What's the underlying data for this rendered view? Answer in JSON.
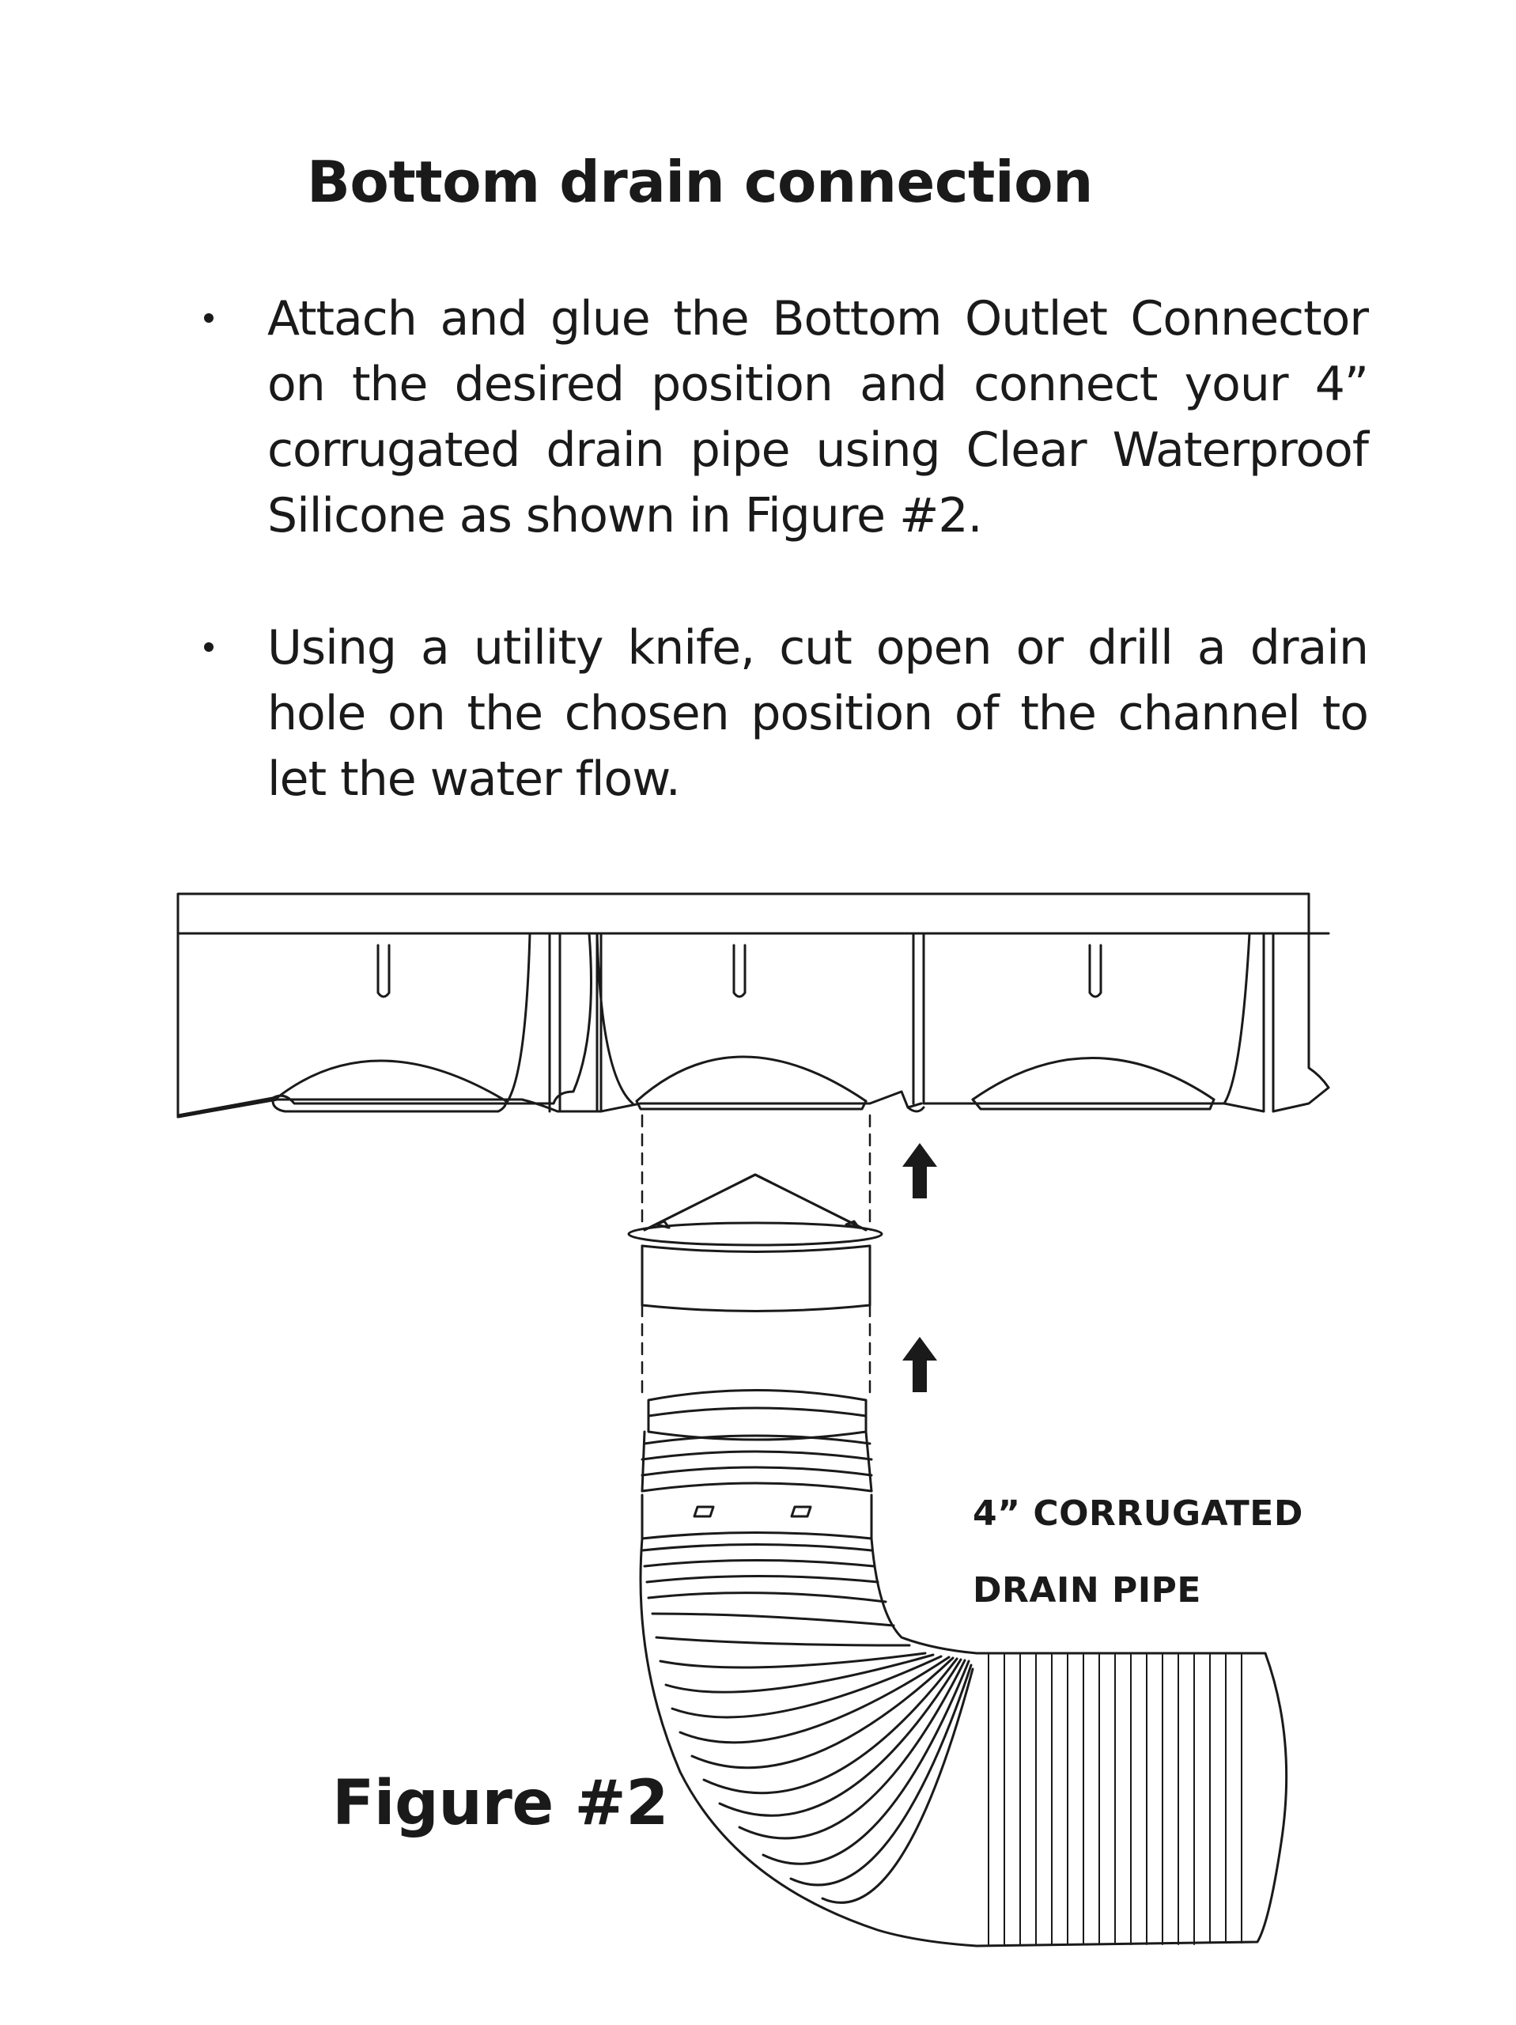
{
  "heading": "Bottom drain connection",
  "bullets": [
    {
      "text": "Attach and glue the Bottom Outlet Connector on the desired position and connect your 4” corrugated drain pipe using Clear Waterproof Silicone as shown in Figure #2."
    },
    {
      "text": "Using a utility knife, cut open or drill a drain hole on the chosen position of the channel to let the water flow."
    }
  ],
  "figure": {
    "pipe_label_line1": "4” CORRUGATED",
    "pipe_label_line2": "DRAIN PIPE",
    "caption": "Figure #2",
    "icons": [
      "up-arrow-icon",
      "up-arrow-icon"
    ]
  }
}
